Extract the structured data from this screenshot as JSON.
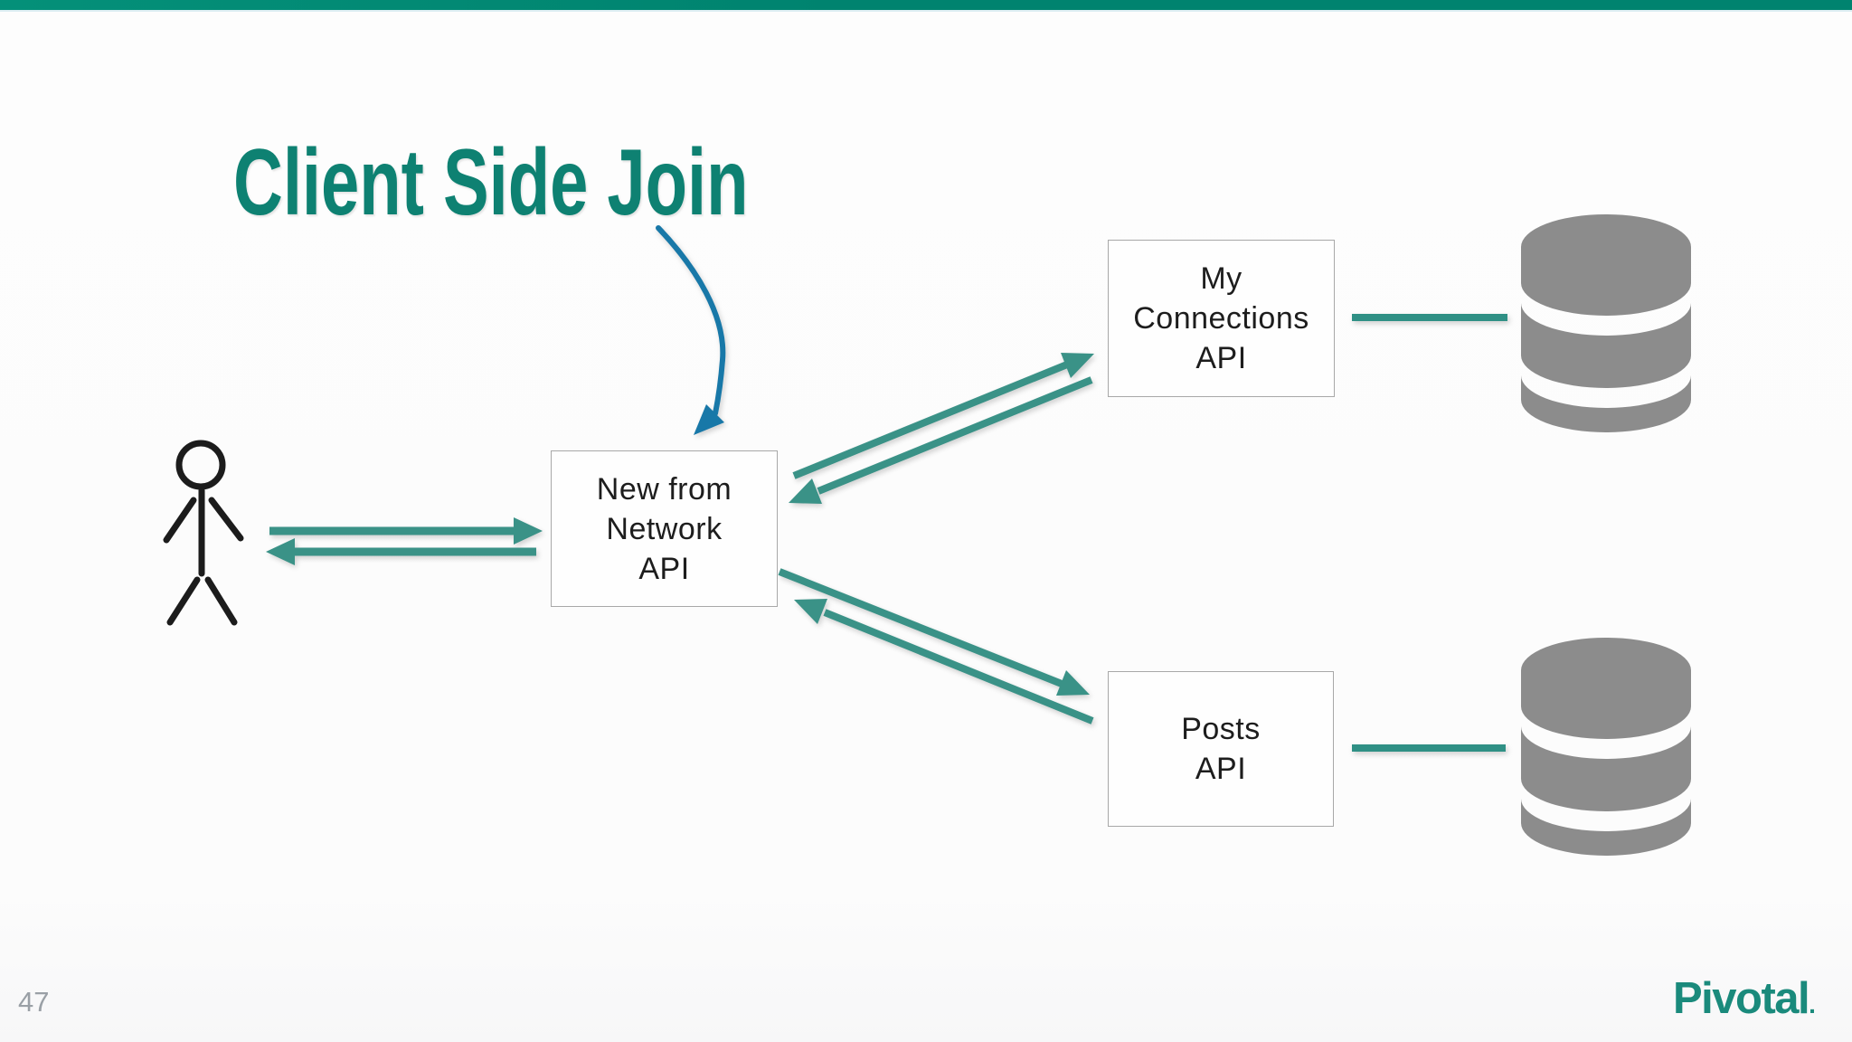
{
  "slide": {
    "title": "Client Side Join",
    "page_number": "47",
    "logo_text": "Pivotal",
    "logo_mark": "."
  },
  "boxes": {
    "aggregator": {
      "line1": "New from",
      "line2": "Network",
      "line3": "API"
    },
    "connections": {
      "line1": "My",
      "line2": "Connections",
      "line3": "API"
    },
    "posts": {
      "line1": "Posts",
      "line2": "API"
    }
  },
  "icons": {
    "client": "stick-figure-person",
    "connections_storage": "database-cylinder",
    "posts_storage": "database-cylinder"
  },
  "colors": {
    "top_bar": "#00836f",
    "title_text": "#0e8172",
    "diagram_arrow_teal": "#3a9287",
    "annotation_arrow_blue": "#1878a8",
    "database_gray": "#8c8c8c",
    "box_border": "#a8a8a8",
    "box_text": "#1d1d1d",
    "page_number_text": "#9aa0a6",
    "logo_color": "#1a8a7c"
  }
}
